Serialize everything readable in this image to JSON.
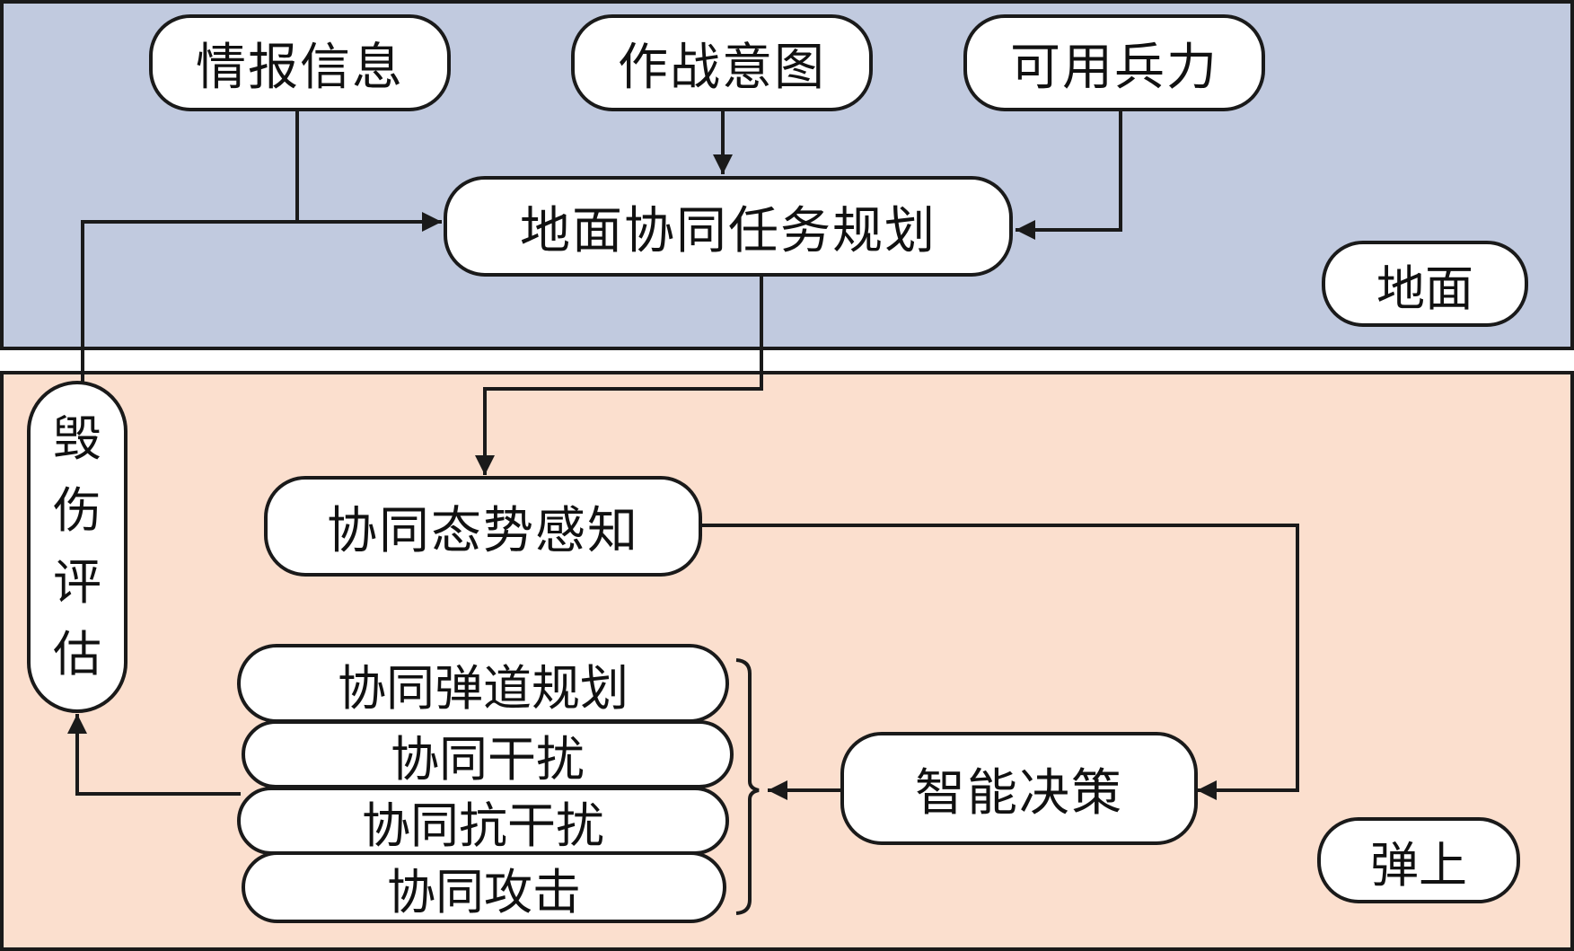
{
  "colors": {
    "ground_panel": "#C1CADF",
    "missile_panel": "#FBDFCE",
    "node_fill": "#FFFFFF",
    "stroke": "#1A1A1A"
  },
  "zones": {
    "ground": "地面",
    "missile": "弹上"
  },
  "nodes": {
    "intel": "情报信息",
    "intent": "作战意图",
    "forces": "可用兵力",
    "ground_planning": "地面协同任务规划",
    "situation_awareness": "协同态势感知",
    "damage_assessment": [
      "毁",
      "伤",
      "评",
      "估"
    ],
    "intelligent_decision": "智能决策",
    "actions": [
      "协同弹道规划",
      "协同干扰",
      "协同抗干扰",
      "协同攻击"
    ]
  },
  "edges": [
    {
      "from": "情报信息",
      "to": "地面协同任务规划"
    },
    {
      "from": "作战意图",
      "to": "地面协同任务规划"
    },
    {
      "from": "可用兵力",
      "to": "地面协同任务规划"
    },
    {
      "from": "毁伤评估",
      "to": "地面协同任务规划"
    },
    {
      "from": "地面协同任务规划",
      "to": "协同态势感知"
    },
    {
      "from": "协同态势感知",
      "to": "智能决策"
    },
    {
      "from": "智能决策",
      "to": "协同行动组"
    },
    {
      "from": "协同行动组",
      "to": "毁伤评估"
    }
  ]
}
